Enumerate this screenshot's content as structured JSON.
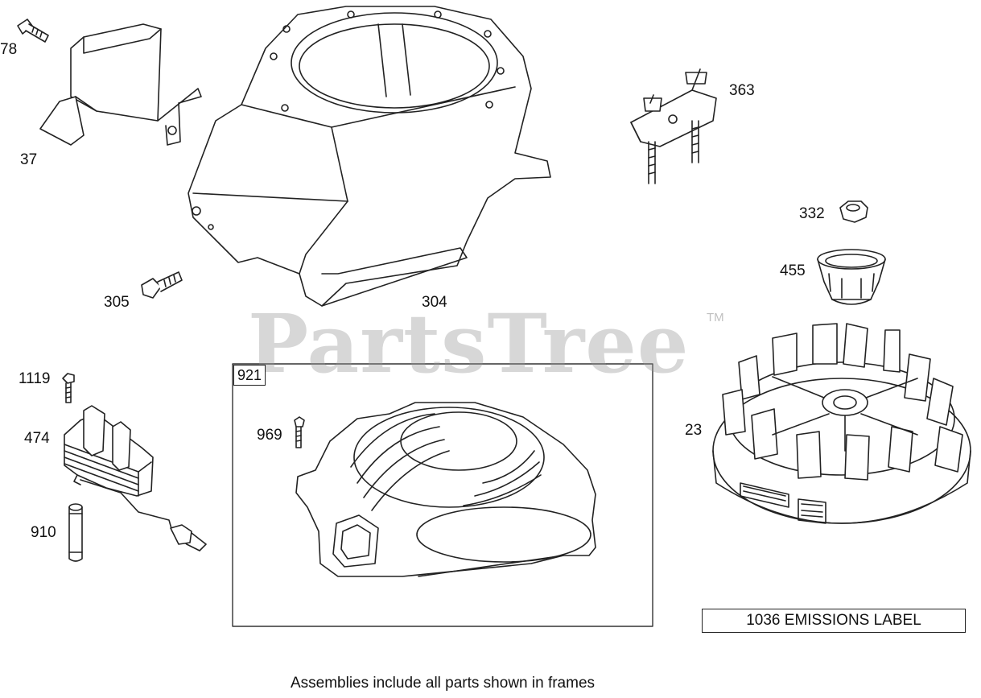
{
  "diagram": {
    "parts": [
      {
        "id": "78",
        "label": "78"
      },
      {
        "id": "37",
        "label": "37"
      },
      {
        "id": "304",
        "label": "304"
      },
      {
        "id": "305",
        "label": "305"
      },
      {
        "id": "363",
        "label": "363"
      },
      {
        "id": "332",
        "label": "332"
      },
      {
        "id": "455",
        "label": "455"
      },
      {
        "id": "23",
        "label": "23"
      },
      {
        "id": "1119",
        "label": "1119"
      },
      {
        "id": "474",
        "label": "474"
      },
      {
        "id": "910",
        "label": "910"
      },
      {
        "id": "921",
        "label": "921"
      },
      {
        "id": "969",
        "label": "969"
      }
    ],
    "emissions_label": "1036 EMISSIONS LABEL",
    "footer_note": "Assemblies include all parts shown in frames",
    "watermark": "PartsTree",
    "watermark_tm": "TM"
  }
}
